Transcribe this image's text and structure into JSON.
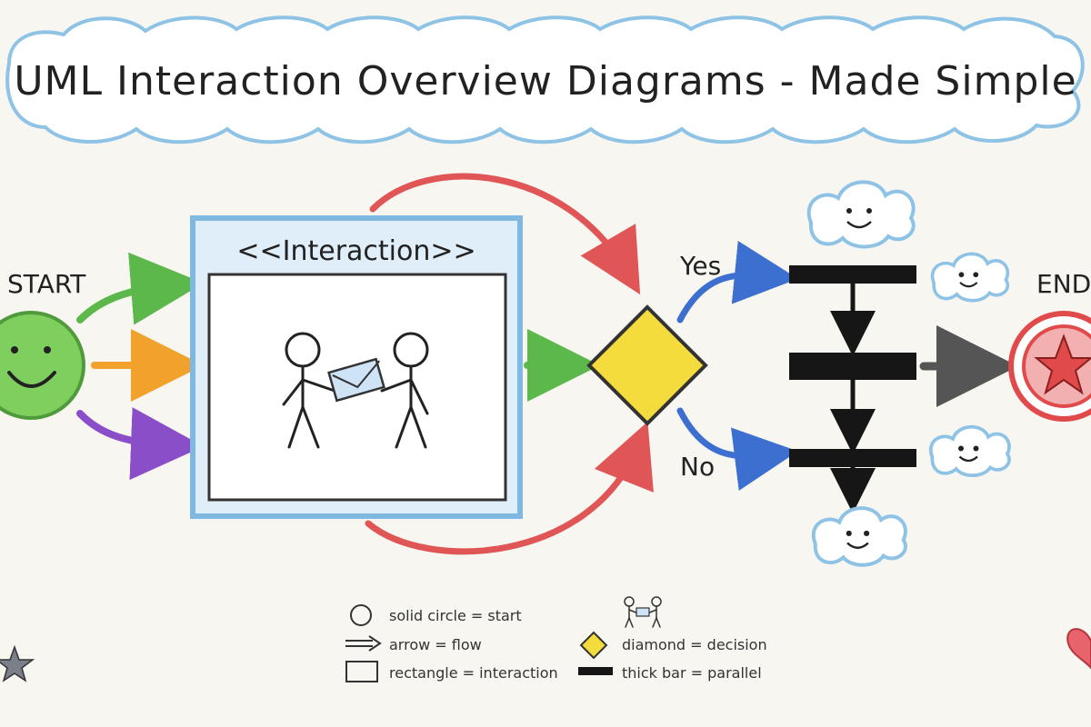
{
  "title": "UML Interaction Overview Diagrams - Made Simple",
  "start_label": "START",
  "end_label": "END",
  "interaction_label": "<<Interaction>>",
  "decision": {
    "yes_label": "Yes",
    "no_label": "No"
  },
  "colors": {
    "start_node": "#7fcf5f",
    "interaction_border": "#7fb8e0",
    "decision": "#f4dc3c",
    "loop_arrow": "#e05555",
    "yes_no_arrow": "#3c6fd0",
    "bar": "#161616",
    "end_node": "#e04a4a"
  },
  "legend": {
    "items": [
      {
        "icon": "circle-icon",
        "text": "solid circle = start"
      },
      {
        "icon": "arrow-icon",
        "text": "arrow = flow"
      },
      {
        "icon": "rectangle-icon",
        "text": "rectangle = interaction"
      },
      {
        "icon": "stick-figures-icon",
        "text": ""
      },
      {
        "icon": "diamond-icon",
        "text": "diamond = decision"
      },
      {
        "icon": "thick-bar-icon",
        "text": "thick bar = parallel"
      }
    ]
  }
}
